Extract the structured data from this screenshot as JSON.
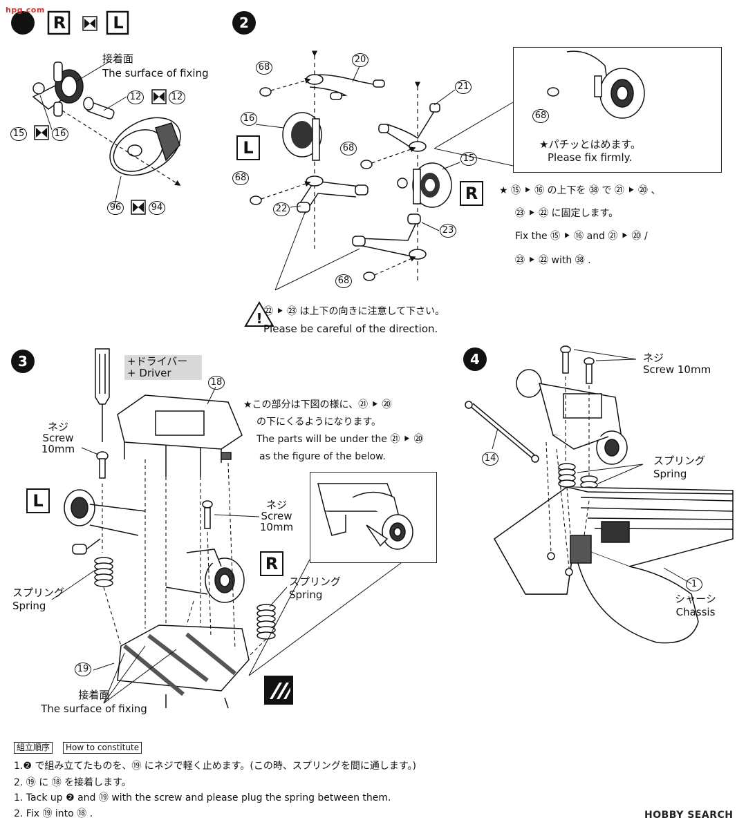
{
  "step1": {
    "title_left": "R",
    "title_right": "L",
    "fix_surface_jp": "接着面",
    "fix_surface_en": "The surface of fixing",
    "part_a": "12",
    "part_b": "12",
    "part_c": "15",
    "part_d": "16",
    "part_e": "96",
    "part_f": "94"
  },
  "step2": {
    "number": "2",
    "labels": [
      "68",
      "20",
      "21",
      "16",
      "68",
      "68",
      "15",
      "68",
      "22",
      "23",
      "68"
    ],
    "side_left": "L",
    "side_right": "R",
    "callout_jp": "★パチッとはめます。",
    "callout_en": "Please fix firmly.",
    "callout_part": "68",
    "note_jp_1": "★ ⑮ ⯈ ⑯ の上下を ㊳ で ㉑ ⯈ ⑳ 、",
    "note_jp_2": "㉓ ⯈ ㉒ に固定します。",
    "note_en_1": "Fix the ⑮ ⯈ ⑯ and ㉑ ⯈ ⑳ /",
    "note_en_2": "㉓ ⯈ ㉒ with ㊳ .",
    "warn_jp": "㉒ ⯈ ㉓ は上下の向きに注意して下さい。",
    "warn_en": "Please be careful of the direction."
  },
  "step3": {
    "number": "3",
    "driver_jp": "+ドライバー",
    "driver_en": "+ Driver",
    "part_18": "18",
    "part_19": "19",
    "screw_jp": "ネジ",
    "screw_en": "Screw",
    "screw_size": "10mm",
    "side_left": "L",
    "side_right": "R",
    "spring_jp": "スプリング",
    "spring_en": "Spring",
    "fix_surface_jp": "接着面",
    "fix_surface_en": "The surface of fixing",
    "note_jp_1": "★この部分は下図の様に、㉑ ⯈ ⑳",
    "note_jp_2": "の下にくるようになります。",
    "note_en_1": "The parts will be under the ㉑ ⯈ ⑳",
    "note_en_2": "as the figure of the below."
  },
  "step4": {
    "number": "4",
    "screw_jp": "ネジ",
    "screw_en": "Screw 10mm",
    "part_14": "14",
    "spring_jp": "スプリング",
    "spring_en": "Spring",
    "chassis_num": "1",
    "chassis_jp": "シャーシ",
    "chassis_en": "Chassis"
  },
  "footer": {
    "tag_jp": "組立順序",
    "tag_en": "How to constitute",
    "line1": "1.❷ で組み立てたものを、⑲ にネジで軽く止めます。(この時、スプリングを間に通します。)",
    "line2": "2. ⑲ に ⑱ を接着します。",
    "line3": "1. Tack up ❷ and ⑲ with the screw and please plug the spring between them.",
    "line4": "2. Fix ⑲ into ⑱ ."
  },
  "watermarks": {
    "top_left": "hpg.com",
    "bottom_right": "HOBBY SEARCH"
  }
}
